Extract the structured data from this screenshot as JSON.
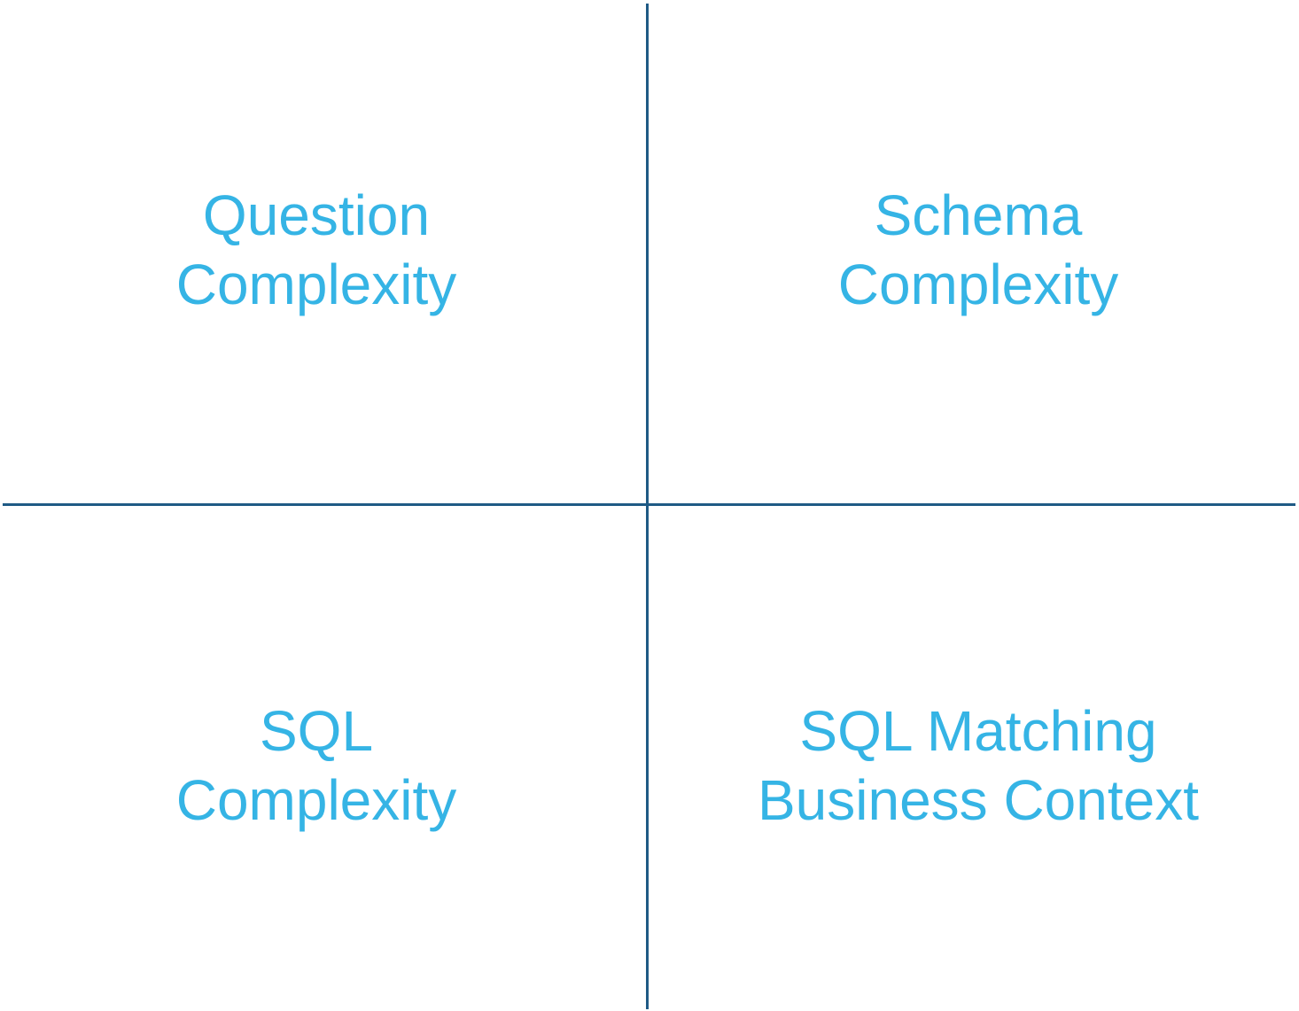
{
  "quadrants": {
    "top_left": [
      "Question",
      "Complexity"
    ],
    "top_right": [
      "Schema",
      "Complexity"
    ],
    "bottom_left": [
      "SQL",
      "Complexity"
    ],
    "bottom_right": [
      "SQL Matching",
      "Business Context"
    ]
  },
  "colors": {
    "text": "#35b4e5",
    "axes": "#1f5a85"
  }
}
